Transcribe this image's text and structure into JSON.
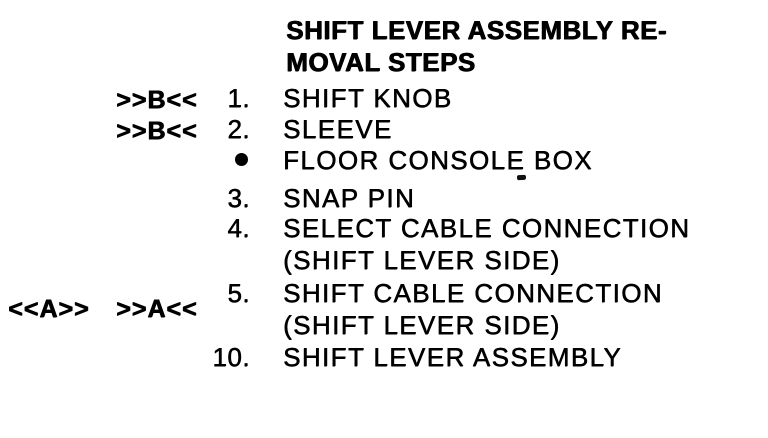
{
  "page": {
    "paper_color": "#ffffff",
    "ink_color": "#000000",
    "kind": "scanned service manual excerpt"
  },
  "heading": {
    "line1": "SHIFT LEVER ASSEMBLY RE-",
    "line2": "MOVAL STEPS"
  },
  "steps": [
    {
      "marker_b": ">>B<<",
      "num": "1.",
      "text": "SHIFT KNOB"
    },
    {
      "marker_b": ">>B<<",
      "num": "2.",
      "text": "SLEEVE"
    },
    {
      "bullet": "●",
      "text": "FLOOR CONSOLE BOX"
    },
    {
      "num": "3.",
      "text": "SNAP PIN"
    },
    {
      "num": "4.",
      "text": "SELECT CABLE CONNECTION",
      "text2": "(SHIFT LEVER SIDE)"
    },
    {
      "marker_a": "<<A>>",
      "marker_b": ">>A<<",
      "num": "5.",
      "text": "SHIFT CABLE CONNECTION",
      "text2": "(SHIFT LEVER SIDE)"
    },
    {
      "num": "10.",
      "text": "SHIFT LEVER ASSEMBLY"
    }
  ]
}
